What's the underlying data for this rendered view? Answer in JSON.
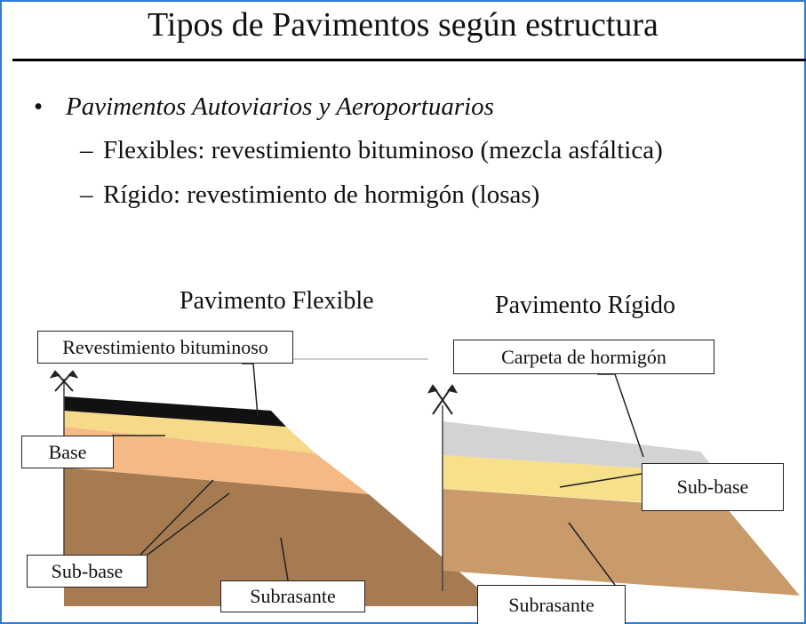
{
  "title": "Tipos de Pavimentos según estructura",
  "bullets": {
    "main_marker": "•",
    "main": "Pavimentos Autoviarios y Aeroportuarios",
    "sub_marker": "–",
    "sub": [
      "Flexibles: revestimiento bituminoso (mezcla asfáltica)",
      "Rígido: revestimiento de hormigón (losas)"
    ]
  },
  "diagrams": {
    "flexible": {
      "title": "Pavimento Flexible",
      "labels": {
        "revestimiento": "Revestimiento bituminoso",
        "base": "Base",
        "subbase": "Sub-base",
        "subrasante": "Subrasante"
      }
    },
    "rigido": {
      "title": "Pavimento Rígido",
      "labels": {
        "carpeta": "Carpeta de hormigón",
        "subbase": "Sub-base",
        "subrasante": "Subrasante"
      }
    }
  },
  "colors": {
    "frame": "#2e7dd7",
    "asphalt": "#111111",
    "base": "#f7d98a",
    "subbase": "#f4b985",
    "subgrade": "#a67b52",
    "concrete": "#d3d3d3",
    "rigid_subbase": "#f8df8a",
    "rigid_subgrade": "#c99a6a"
  }
}
